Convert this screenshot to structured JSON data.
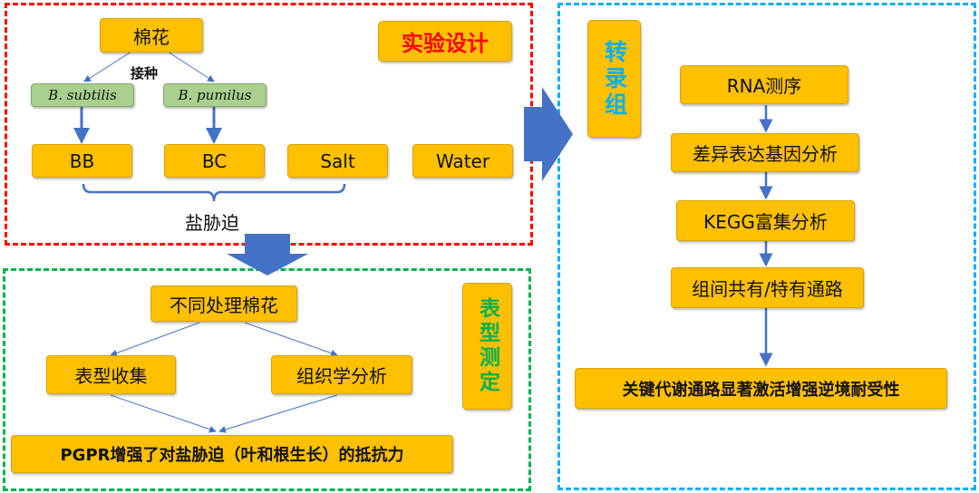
{
  "design": {
    "title": "实验设计",
    "cotton": "棉花",
    "inoculate": "接种",
    "strain1": "B. subtilis",
    "strain2": "B. pumilus",
    "groups": [
      "BB",
      "BC",
      "Salt",
      "Water"
    ],
    "stress": "盐胁迫"
  },
  "phenotype": {
    "title": "表型测定",
    "treated": "不同处理棉花",
    "collect": "表型收集",
    "analysis": "组织学分析",
    "result": "PGPR增强了对盐胁迫（叶和根生长）的抵抗力"
  },
  "transcriptome": {
    "title": "转录组",
    "steps": [
      "RNA测序",
      "差异表达基因分析",
      "KEGG富集分析",
      "组间共有/特有通路",
      "关键代谢通路显著激活增强逆境耐受性"
    ]
  },
  "colors": {
    "box": "#FFC000",
    "green_box": "#A9D08E",
    "arrow": "#4472C4",
    "design_border": "#FF0000",
    "phenotype_border": "#00B050",
    "transcriptome_border": "#00B0F0",
    "design_title": "#FF0000",
    "phenotype_title": "#00B050",
    "transcriptome_title": "#00B0F0"
  }
}
